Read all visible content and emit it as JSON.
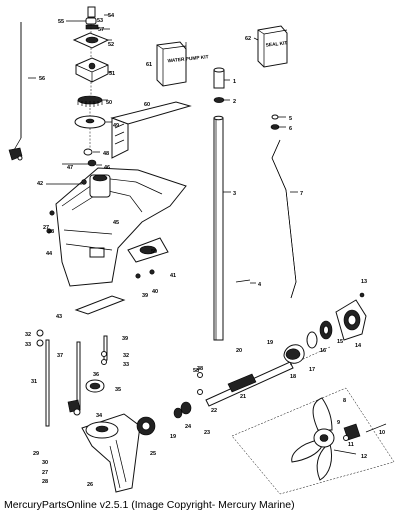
{
  "footer": {
    "caption": "MercuryPartsOnline v2.5.1 (Image Copyright- Mercury Marine)"
  },
  "kits": {
    "water_pump_kit": "WATER PUMP KIT",
    "seal_kit": "SEAL KIT"
  },
  "callouts": [
    {
      "n": "1"
    },
    {
      "n": "2"
    },
    {
      "n": "3"
    },
    {
      "n": "4"
    },
    {
      "n": "5"
    },
    {
      "n": "6"
    },
    {
      "n": "7"
    },
    {
      "n": "8"
    },
    {
      "n": "9"
    },
    {
      "n": "10"
    },
    {
      "n": "11"
    },
    {
      "n": "12"
    },
    {
      "n": "13"
    },
    {
      "n": "14"
    },
    {
      "n": "15"
    },
    {
      "n": "16"
    },
    {
      "n": "17"
    },
    {
      "n": "18"
    },
    {
      "n": "19"
    },
    {
      "n": "20"
    },
    {
      "n": "21"
    },
    {
      "n": "22"
    },
    {
      "n": "23"
    },
    {
      "n": "24"
    },
    {
      "n": "25"
    },
    {
      "n": "26"
    },
    {
      "n": "27"
    },
    {
      "n": "28"
    },
    {
      "n": "29"
    },
    {
      "n": "30"
    },
    {
      "n": "31"
    },
    {
      "n": "32"
    },
    {
      "n": "33"
    },
    {
      "n": "34"
    },
    {
      "n": "35"
    },
    {
      "n": "36"
    },
    {
      "n": "37"
    },
    {
      "n": "38"
    },
    {
      "n": "39"
    },
    {
      "n": "40"
    },
    {
      "n": "41"
    },
    {
      "n": "42"
    },
    {
      "n": "43"
    },
    {
      "n": "44"
    },
    {
      "n": "45"
    },
    {
      "n": "46"
    },
    {
      "n": "47"
    },
    {
      "n": "48"
    },
    {
      "n": "49"
    },
    {
      "n": "50"
    },
    {
      "n": "51"
    },
    {
      "n": "52"
    },
    {
      "n": "53"
    },
    {
      "n": "54"
    },
    {
      "n": "55"
    },
    {
      "n": "56"
    },
    {
      "n": "57"
    },
    {
      "n": "58"
    },
    {
      "n": "59"
    },
    {
      "n": "60"
    },
    {
      "n": "61"
    },
    {
      "n": "62"
    }
  ]
}
